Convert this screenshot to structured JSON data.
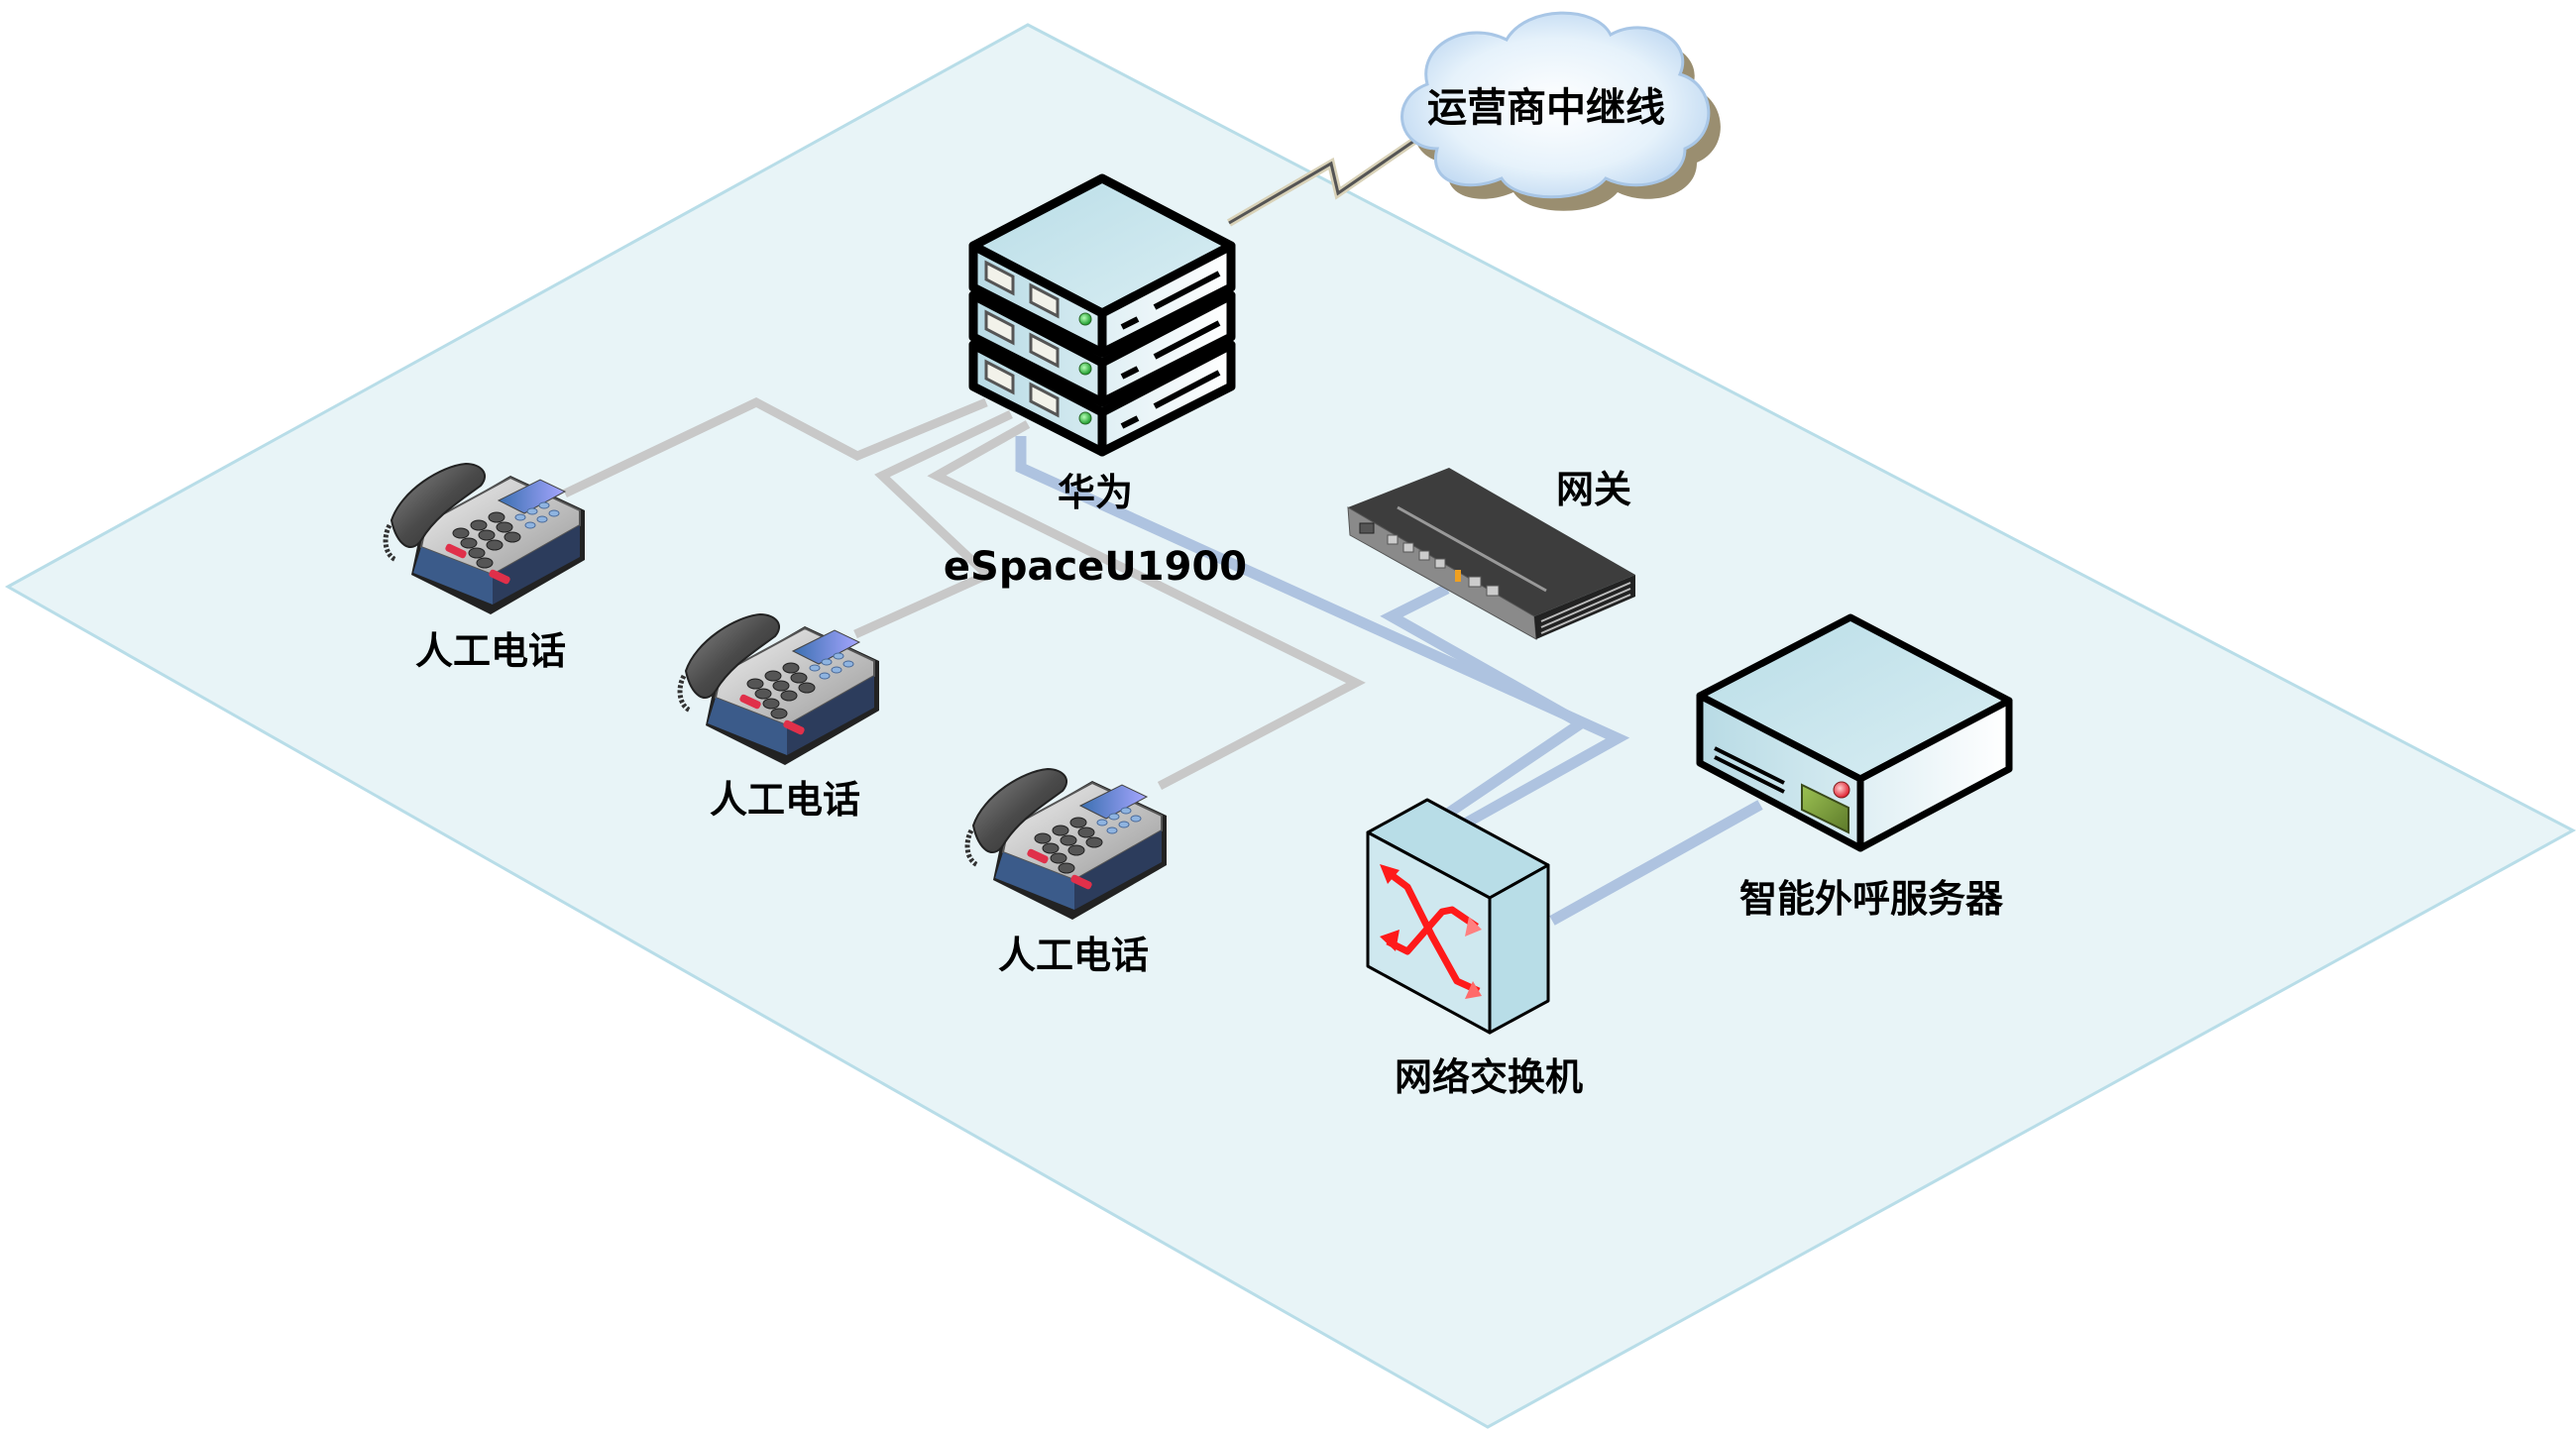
{
  "diagram": {
    "type": "network-topology",
    "cloud": {
      "label": "运营商中继线",
      "icon": "cloud-icon"
    },
    "pbx": {
      "label_line1": "华为",
      "label_line2": "eSpaceU1900",
      "icon": "server-stack-icon"
    },
    "gateway": {
      "label": "网关",
      "icon": "gateway-device-icon"
    },
    "switch": {
      "label": "网络交换机",
      "icon": "network-switch-icon"
    },
    "outbound_server": {
      "label": "智能外呼服务器",
      "icon": "server-icon"
    },
    "phones": [
      {
        "label": "人工电话",
        "icon": "desk-phone-icon"
      },
      {
        "label": "人工电话",
        "icon": "desk-phone-icon"
      },
      {
        "label": "人工电话",
        "icon": "desk-phone-icon"
      }
    ],
    "connections": [
      {
        "from": "cloud",
        "to": "pbx",
        "style": "lightning"
      },
      {
        "from": "phones.0",
        "to": "pbx",
        "style": "gray"
      },
      {
        "from": "phones.1",
        "to": "pbx",
        "style": "gray"
      },
      {
        "from": "phones.2",
        "to": "pbx",
        "style": "gray"
      },
      {
        "from": "pbx",
        "to": "switch",
        "style": "blue"
      },
      {
        "from": "gateway",
        "to": "switch",
        "style": "blue"
      },
      {
        "from": "switch",
        "to": "outbound_server",
        "style": "blue"
      }
    ],
    "colors": {
      "plane_fill": "#e8f4f7",
      "plane_border": "#b8dde8",
      "phone_line": "#c8c8c8",
      "data_line": "#aec3e0",
      "device_face": "#bfe1ea",
      "switch_arrow": "#ff1a1a"
    }
  }
}
